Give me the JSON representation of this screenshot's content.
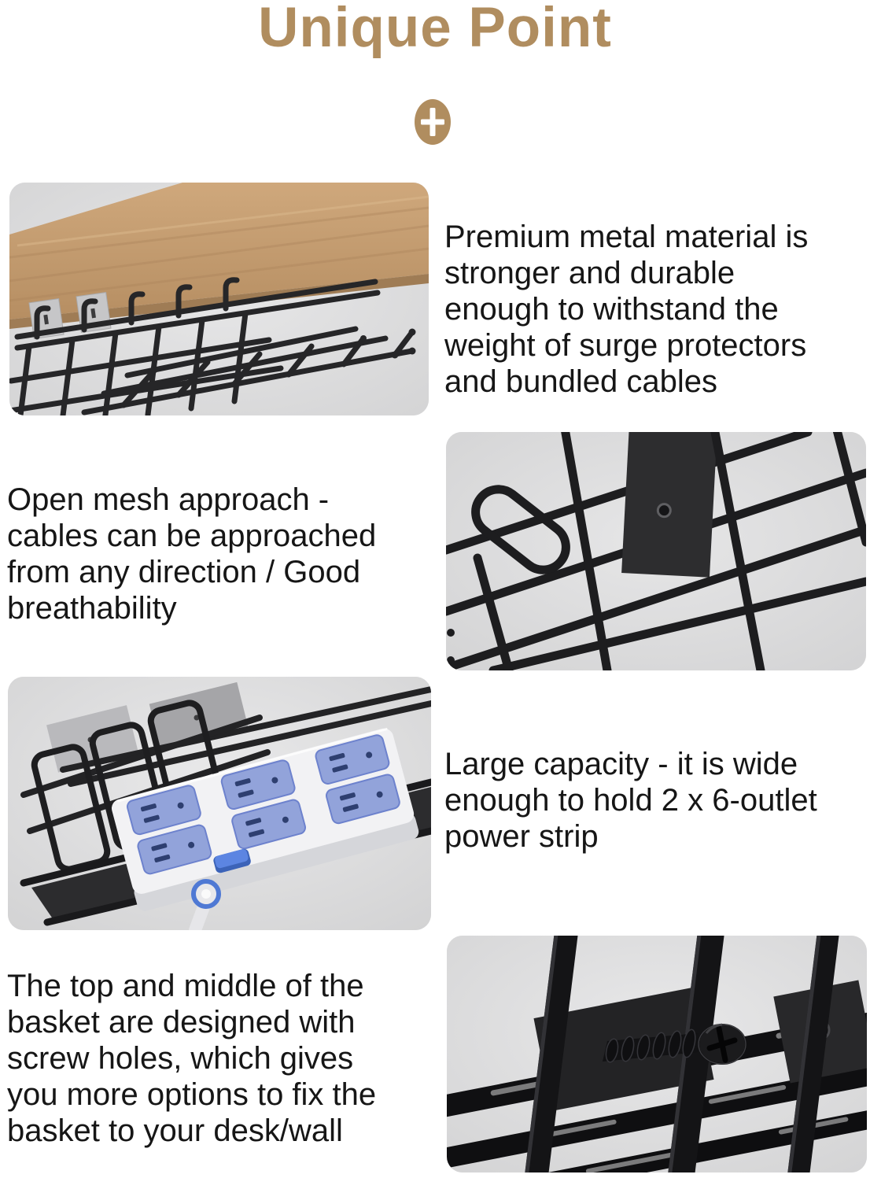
{
  "page": {
    "title": "Unique Point",
    "plus_icon": "+",
    "accent_color": "#b08d5f",
    "background_color": "#ffffff",
    "text_color": "#161616",
    "photo_background_color": "#dcdcdd",
    "wire_color": "#232325",
    "wood_color": "#c8a276",
    "outlet_blue": "#92a3da",
    "switch_blue": "#5c85e2"
  },
  "features": [
    {
      "name": "premium-metal-material",
      "image": "under-desk-cable-tray-photo",
      "image_side": "left",
      "lines": [
        "Premium metal material is",
        "stronger and durable",
        "enough to withstand the",
        "weight of surge protectors",
        "and bundled cables"
      ]
    },
    {
      "name": "open-mesh-approach",
      "image": "mesh-basket-closeup-photo",
      "image_side": "right",
      "lines": [
        "Open mesh approach -",
        "cables can be approached",
        "from any direction / Good",
        "breathability"
      ]
    },
    {
      "name": "large-capacity",
      "image": "tray-with-power-strip-photo",
      "image_side": "left",
      "lines": [
        "Large capacity - it is wide",
        "enough to hold 2 x 6-outlet",
        "power strip"
      ]
    },
    {
      "name": "screw-hole-mounting",
      "image": "screw-hole-closeup-photo",
      "image_side": "right",
      "lines": [
        "The top and middle of the",
        "basket are designed with",
        "screw holes, which gives",
        "you more options to fix the",
        "basket to your desk/wall"
      ]
    }
  ]
}
